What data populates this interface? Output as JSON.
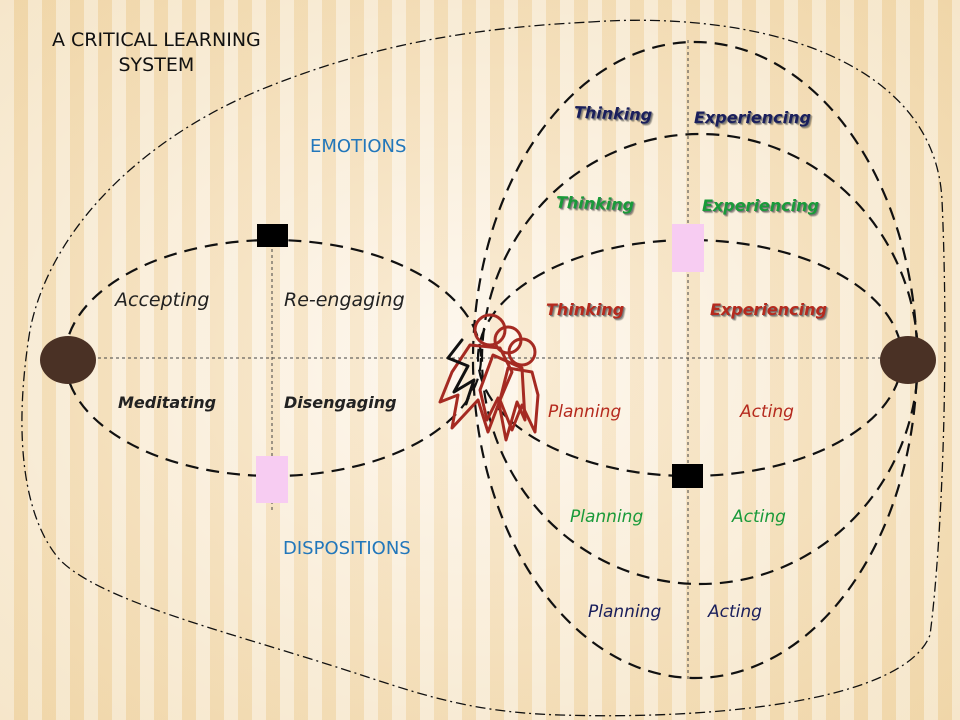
{
  "title_line1": "A CRITICAL LEARNING",
  "title_line2": "SYSTEM",
  "emotions": "EMOTIONS",
  "dispositions": "DISPOSITIONS",
  "left_loop": {
    "accepting": "Accepting",
    "reengaging": "Re-engaging",
    "meditating": "Meditating",
    "disengaging": "Disengaging"
  },
  "right_loops": {
    "outer": {
      "thinking": "Thinking",
      "experiencing": "Experiencing",
      "planning": "Planning",
      "acting": "Acting",
      "color": "#1a1f5c"
    },
    "middle": {
      "thinking": "Thinking",
      "experiencing": "Experiencing",
      "planning": "Planning",
      "acting": "Acting",
      "color": "#1a9a3a"
    },
    "inner": {
      "thinking": "Thinking",
      "experiencing": "Experiencing",
      "planning": "Planning",
      "acting": "Acting",
      "color": "#b52a1e"
    }
  },
  "colors": {
    "curve": "#111111",
    "node": "#4a3125",
    "marker_black": "#000000",
    "marker_pink": "#f7ccf2",
    "figures": "#a52a22",
    "section": "#2277bb"
  },
  "icons": [
    "left-node-circle",
    "right-node-circle",
    "black-square-marker",
    "pink-rectangle-marker",
    "learner-figures-icon"
  ]
}
